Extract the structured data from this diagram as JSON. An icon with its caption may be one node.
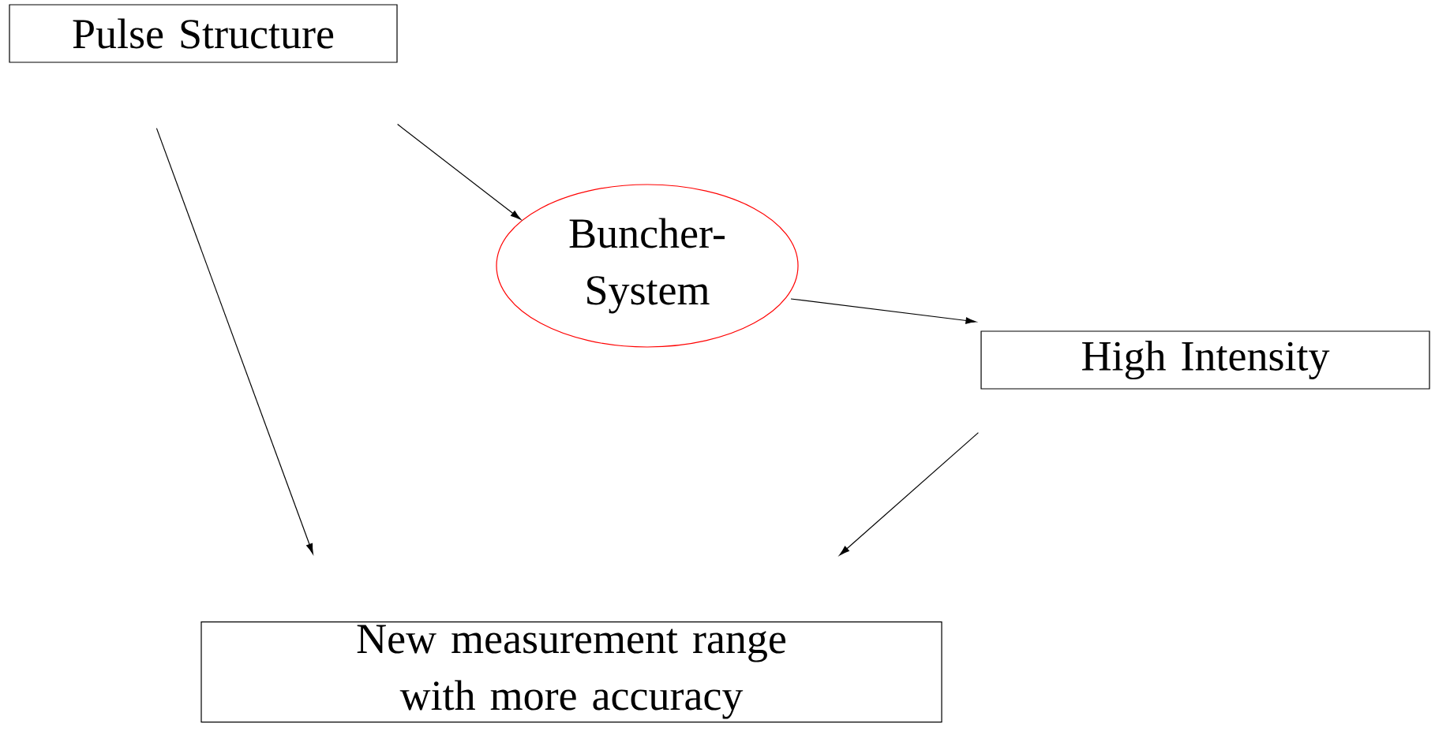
{
  "diagram": {
    "nodes": [
      {
        "text": [
          "Pulse Structure"
        ]
      },
      {
        "text": [
          "Buncher- System"
        ]
      },
      {
        "text": [
          "High Intensity"
        ]
      },
      {
        "text": [
          "New measurement range with more accuracy"
        ]
      }
    ],
    "edges": [
      {
        "from": 0,
        "to": 3,
        "arrow": "to"
      },
      {
        "from": 0,
        "to": 1,
        "arrow": "to"
      },
      {
        "from": 1,
        "to": 2,
        "arrow": "to"
      },
      {
        "from": 2,
        "to": 3,
        "arrow": "to"
      }
    ]
  }
}
